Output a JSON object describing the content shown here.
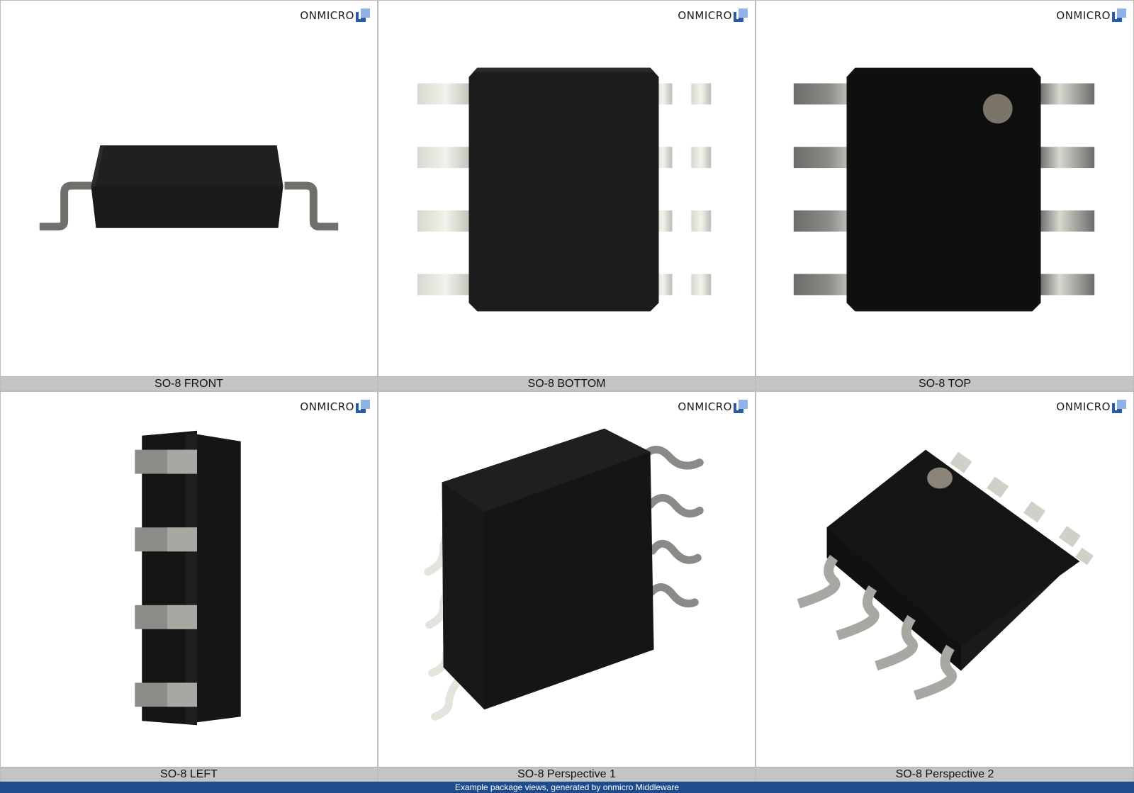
{
  "brand": {
    "name": "ONMICRO"
  },
  "views": [
    {
      "id": "front",
      "caption": "SO-8 FRONT"
    },
    {
      "id": "bottom",
      "caption": "SO-8 BOTTOM"
    },
    {
      "id": "top",
      "caption": "SO-8 TOP"
    },
    {
      "id": "left",
      "caption": "SO-8 LEFT"
    },
    {
      "id": "perspective1",
      "caption": "SO-8 Perspective 1"
    },
    {
      "id": "perspective2",
      "caption": "SO-8 Perspective 2"
    }
  ],
  "footer": {
    "text": "Example package views, generated by onmicro Middleware"
  },
  "colors": {
    "body": "#151515",
    "lead_dark": "#6f6f6c",
    "lead_light": "#dcdcd4",
    "caption_bar": "#c4c4c4",
    "footer_bar": "#1f4b8f",
    "brand_blue": "#2a5aa8"
  },
  "icons": {
    "brand_mark": "onmicro-logo-icon"
  }
}
